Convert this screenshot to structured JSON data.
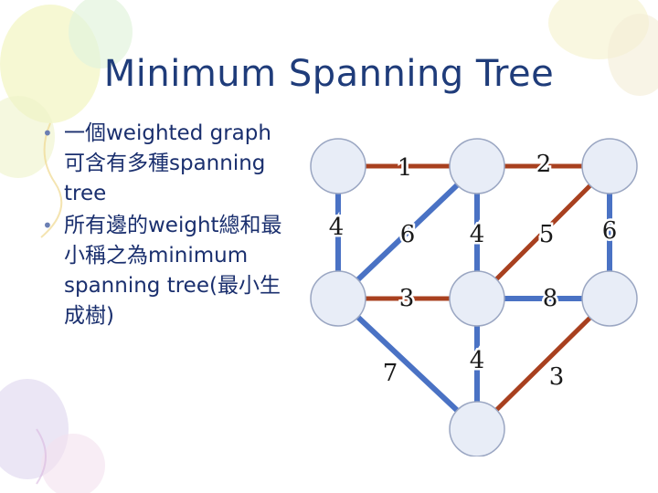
{
  "slide": {
    "title": "Minimum Spanning Tree",
    "bullets": [
      {
        "text": "一個weighted graph可含有多種spanning tree"
      },
      {
        "text": "所有邊的weight總和最小稱之為minimum spanning tree(最小生成樹)"
      }
    ]
  },
  "graph": {
    "colors": {
      "tree_edge": "#4a72c4",
      "non_tree_edge": "#a8401f",
      "node_fill": "#e8edf7",
      "node_stroke": "#9aa6c2",
      "weight_text": "#1a1a1a"
    },
    "nodes": [
      {
        "id": "a"
      },
      {
        "id": "b"
      },
      {
        "id": "c"
      },
      {
        "id": "d"
      },
      {
        "id": "e"
      },
      {
        "id": "f"
      },
      {
        "id": "g"
      }
    ],
    "edges": [
      {
        "from": "a",
        "to": "b",
        "weight": "1",
        "in_tree": false
      },
      {
        "from": "b",
        "to": "c",
        "weight": "2",
        "in_tree": false
      },
      {
        "from": "a",
        "to": "d",
        "weight": "4",
        "in_tree": true
      },
      {
        "from": "b",
        "to": "d",
        "weight": "6",
        "in_tree": true
      },
      {
        "from": "b",
        "to": "e",
        "weight": "4",
        "in_tree": true
      },
      {
        "from": "c",
        "to": "e",
        "weight": "5",
        "in_tree": false
      },
      {
        "from": "c",
        "to": "f",
        "weight": "6",
        "in_tree": true
      },
      {
        "from": "d",
        "to": "e",
        "weight": "3",
        "in_tree": false
      },
      {
        "from": "e",
        "to": "f",
        "weight": "8",
        "in_tree": true
      },
      {
        "from": "d",
        "to": "g",
        "weight": "7",
        "in_tree": true
      },
      {
        "from": "e",
        "to": "g",
        "weight": "4",
        "in_tree": true
      },
      {
        "from": "f",
        "to": "g",
        "weight": "3",
        "in_tree": false
      }
    ]
  }
}
